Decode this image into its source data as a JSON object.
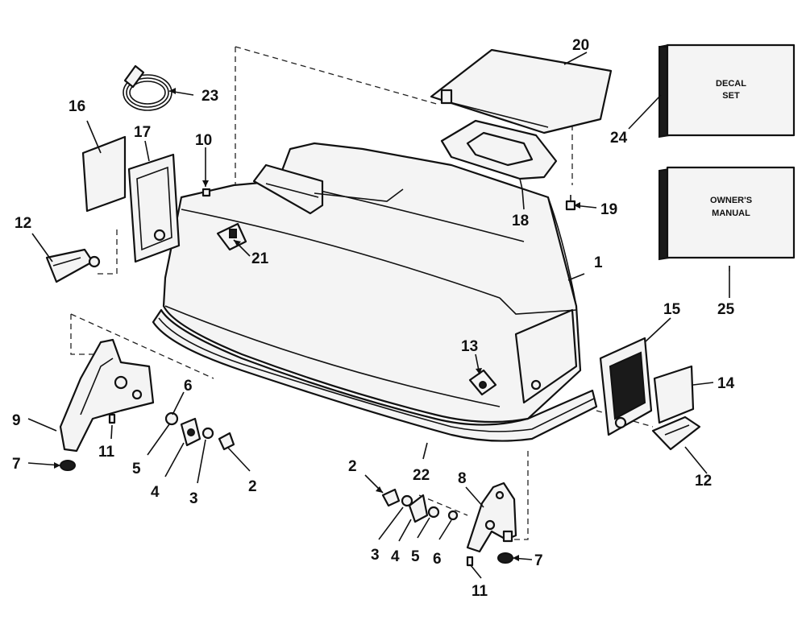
{
  "callouts": [
    {
      "id": "lbl-1",
      "text": "1"
    },
    {
      "id": "lbl-2a",
      "text": "2"
    },
    {
      "id": "lbl-2b",
      "text": "2"
    },
    {
      "id": "lbl-3a",
      "text": "3"
    },
    {
      "id": "lbl-3b",
      "text": "3"
    },
    {
      "id": "lbl-4a",
      "text": "4"
    },
    {
      "id": "lbl-4b",
      "text": "4"
    },
    {
      "id": "lbl-5a",
      "text": "5"
    },
    {
      "id": "lbl-5b",
      "text": "5"
    },
    {
      "id": "lbl-6a",
      "text": "6"
    },
    {
      "id": "lbl-6b",
      "text": "6"
    },
    {
      "id": "lbl-7a",
      "text": "7"
    },
    {
      "id": "lbl-7b",
      "text": "7"
    },
    {
      "id": "lbl-8",
      "text": "8"
    },
    {
      "id": "lbl-9",
      "text": "9"
    },
    {
      "id": "lbl-10",
      "text": "10"
    },
    {
      "id": "lbl-11a",
      "text": "11"
    },
    {
      "id": "lbl-11b",
      "text": "11"
    },
    {
      "id": "lbl-12a",
      "text": "12"
    },
    {
      "id": "lbl-12b",
      "text": "12"
    },
    {
      "id": "lbl-13",
      "text": "13"
    },
    {
      "id": "lbl-14",
      "text": "14"
    },
    {
      "id": "lbl-15",
      "text": "15"
    },
    {
      "id": "lbl-16",
      "text": "16"
    },
    {
      "id": "lbl-17",
      "text": "17"
    },
    {
      "id": "lbl-18",
      "text": "18"
    },
    {
      "id": "lbl-19",
      "text": "19"
    },
    {
      "id": "lbl-20",
      "text": "20"
    },
    {
      "id": "lbl-21",
      "text": "21"
    },
    {
      "id": "lbl-22",
      "text": "22"
    },
    {
      "id": "lbl-23",
      "text": "23"
    },
    {
      "id": "lbl-24",
      "text": "24"
    },
    {
      "id": "lbl-25",
      "text": "25"
    }
  ],
  "boxes": {
    "decal_line1": "DECAL",
    "decal_line2": "SET",
    "manual_line1": "OWNER'S",
    "manual_line2": "MANUAL"
  }
}
